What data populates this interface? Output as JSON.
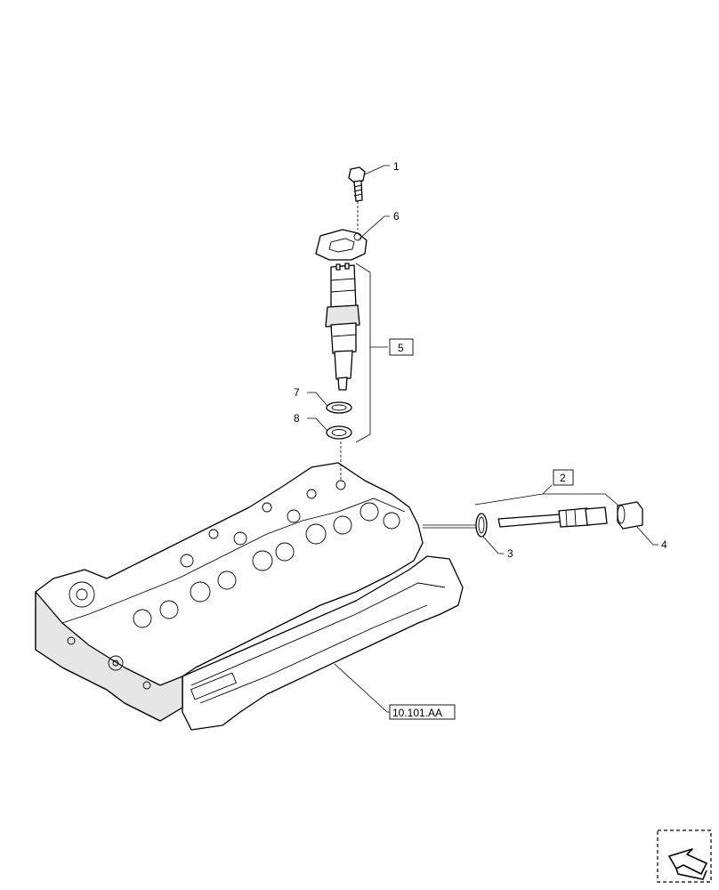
{
  "callouts": {
    "c1": "1",
    "c2": "2",
    "c3": "3",
    "c4": "4",
    "c5": "5",
    "c6": "6",
    "c7": "7",
    "c8": "8",
    "ref": "10.101.AA"
  },
  "icons": {
    "nav": "next-page-arrow-icon"
  }
}
